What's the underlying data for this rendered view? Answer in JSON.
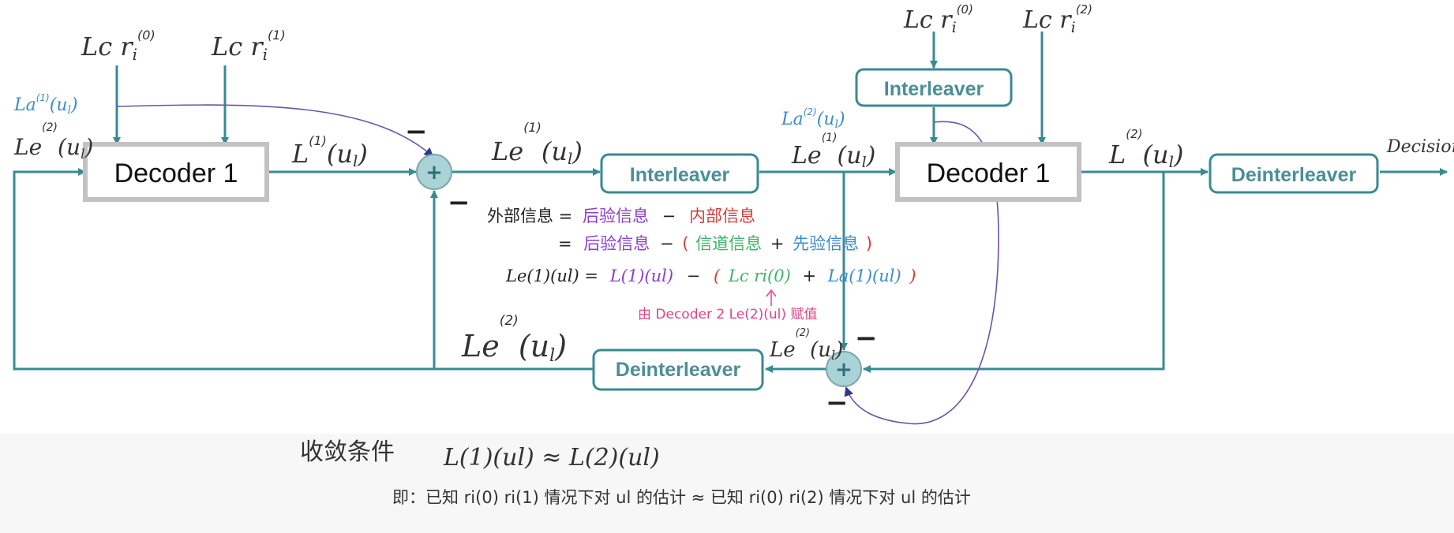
{
  "blocks": {
    "decoder_a": "Decoder 1",
    "decoder_b": "Decoder 1",
    "interleaver_mid": "Interleaver",
    "interleaver_top": "Interleaver",
    "deinterleaver_right": "Deinterleaver",
    "deinterleaver_bottom": "Deinterleaver",
    "decision": "Decision"
  },
  "labels": {
    "in_r0_left": {
      "base": "Lc r",
      "sub": "i",
      "sup": "(0)"
    },
    "in_r1_left": {
      "base": "Lc r",
      "sub": "i",
      "sup": "(1)"
    },
    "in_r0_right": {
      "base": "Lc r",
      "sub": "i",
      "sup": "(0)"
    },
    "in_r2_right": {
      "base": "Lc r",
      "sub": "i",
      "sup": "(2)"
    },
    "la1": {
      "base": "La",
      "sup": "(1)",
      "arg": "(u",
      "sub": "l",
      "close": ")"
    },
    "le2_left": {
      "base": "Le",
      "sup": "(2)",
      "arg": "(u",
      "sub": "l",
      "close": ")"
    },
    "l1_out": {
      "base": "L",
      "sup": "(1)",
      "arg": "(u",
      "sub": "l",
      "close": ")"
    },
    "le1_mid": {
      "base": "Le",
      "sup": "(1)",
      "arg": "(u",
      "sub": "l",
      "close": ")"
    },
    "la2": {
      "base": "La",
      "sup": "(2)",
      "arg": "(u",
      "sub": "l",
      "close": ")"
    },
    "le1_right": {
      "base": "Le",
      "sup": "(1)",
      "arg": "(u",
      "sub": "l",
      "close": ")"
    },
    "l2_out": {
      "base": "L",
      "sup": "(2)",
      "arg": "(u",
      "sub": "l",
      "close": ")"
    },
    "le2_bottom": {
      "base": "Le",
      "sup": "(2)",
      "arg": "(u",
      "sub": "l",
      "close": ")"
    },
    "le2_feedback": {
      "base": "Le",
      "sup": "(2)",
      "arg": "(u",
      "sub": "l",
      "close": ")"
    },
    "minus": "−"
  },
  "notes": {
    "line1_lhs": "外部信息 =",
    "line1_a": "后验信息",
    "line1_op": "−",
    "line1_b": "内部信息",
    "line2_eq": "=",
    "line2_a": "后验信息",
    "line2_op": "−",
    "line2_open": "(",
    "line2_b": "信道信息",
    "line2_plus": "+",
    "line2_c": "先验信息",
    "line2_close": ")",
    "line3_lhs": "Le(1)(ul) =",
    "line3_a": "L(1)(ul)",
    "line3_op": "−",
    "line3_open": "(",
    "line3_b": "Lc ri(0)",
    "line3_plus": "+",
    "line3_c": "La(1)(ul)",
    "line3_close": ")",
    "note": "由 Decoder 2  Le(2)(ul) 赋值"
  },
  "bottom": {
    "title": "收敛条件",
    "condition": "L(1)(ul) ≈ L(2)(ul)",
    "explain": "即：已知 ri(0) ri(1) 情况下对 ul 的估计 ≈ 已知 ri(0) ri(2) 情况下对 ul 的估计"
  },
  "colors": {
    "teal": "#3a8a92",
    "text_teal": "#4a8f96",
    "handwriting": "#333333",
    "blue": "#3d8bcf",
    "purple": "#8a3fd0",
    "red": "#d63b3b",
    "green": "#3fb36a",
    "pink": "#e0458a",
    "curve": "#6a55a8",
    "sum_fill": "#a9d3d6"
  }
}
